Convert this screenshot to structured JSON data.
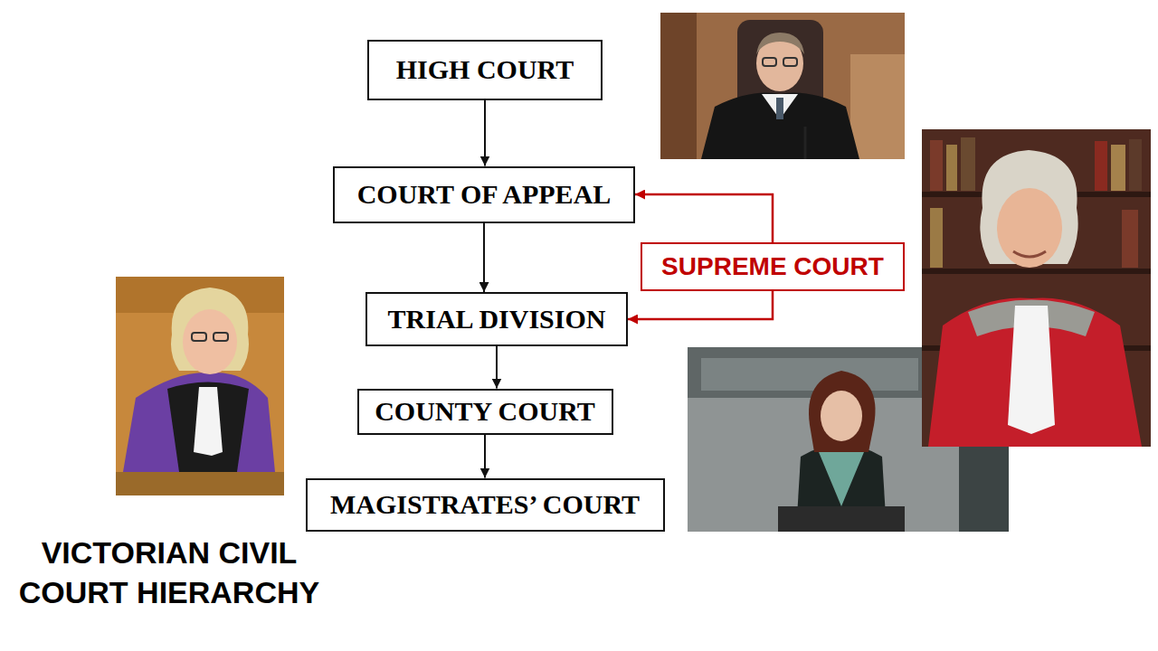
{
  "diagram": {
    "title": "VICTORIAN CIVIL COURT HIERARCHY",
    "nodes": [
      {
        "text": [
          "HIGH COURT"
        ]
      },
      {
        "text": [
          "COURT OF APPEAL"
        ]
      },
      {
        "text": [
          "SUPREME COURT"
        ]
      },
      {
        "text": [
          "TRIAL DIVISION"
        ]
      },
      {
        "text": [
          "COUNTY COURT"
        ]
      },
      {
        "text": [
          "MAGISTRATES’ COURT"
        ]
      }
    ],
    "edges": [
      {
        "from": 0,
        "to": 1,
        "arrow": "to"
      },
      {
        "from": 1,
        "to": 3,
        "arrow": "to"
      },
      {
        "from": 3,
        "to": 4,
        "arrow": "to"
      },
      {
        "from": 4,
        "to": 5,
        "arrow": "to"
      },
      {
        "from": 2,
        "to": 1,
        "arrow": "to"
      },
      {
        "from": 2,
        "to": 3,
        "arrow": "to"
      }
    ]
  }
}
